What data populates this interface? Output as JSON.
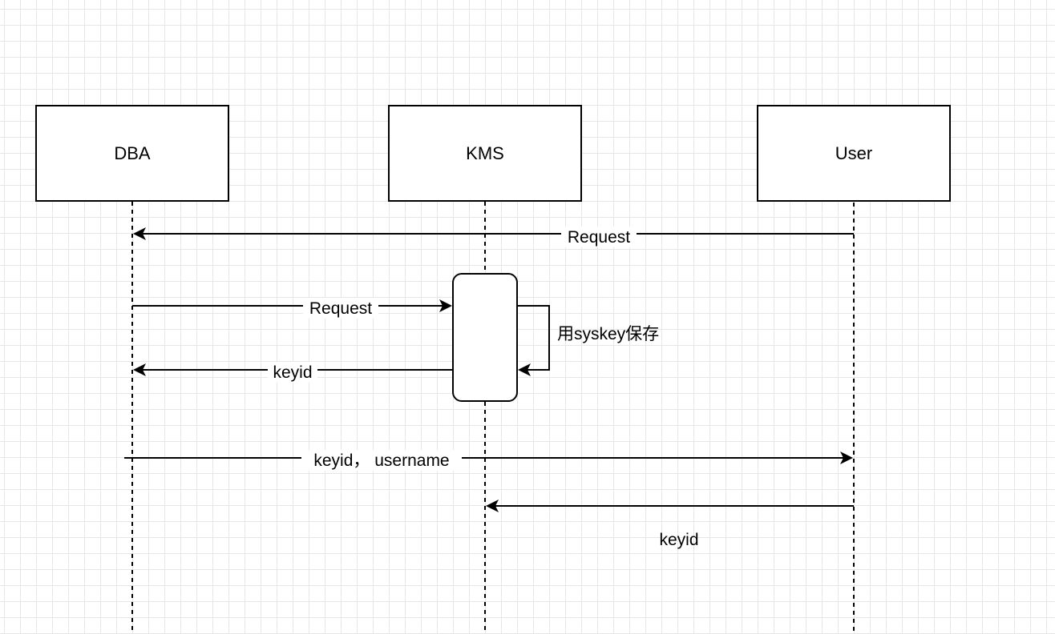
{
  "participants": {
    "dba": "DBA",
    "kms": "KMS",
    "user": "User"
  },
  "messages": {
    "user_to_dba": "Request",
    "dba_to_kms": "Request",
    "kms_self": "用syskey保存",
    "kms_to_dba": "keyid",
    "dba_to_user": "keyid， username",
    "user_to_kms": "keyid"
  }
}
